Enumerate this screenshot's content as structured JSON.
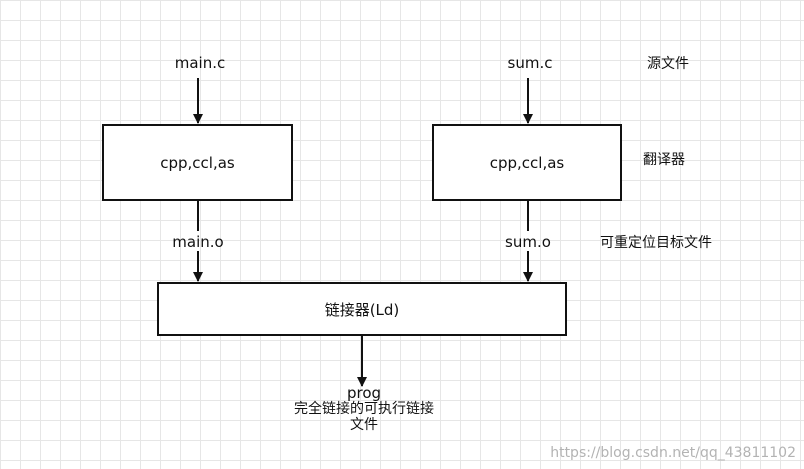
{
  "sources": {
    "left": "main.c",
    "right": "sum.c"
  },
  "translators": {
    "left": "cpp,ccl,as",
    "right": "cpp,ccl,as"
  },
  "objects": {
    "left": "main.o",
    "right": "sum.o"
  },
  "linker": {
    "label": "链接器(Ld)"
  },
  "output": {
    "name": "prog",
    "description": "完全链接的可执行链接文件"
  },
  "legend": {
    "source_files": "源文件",
    "translators": "翻译器",
    "relocatable_objects": "可重定位目标文件"
  },
  "watermark": "https://blog.csdn.net/qq_43811102",
  "colors": {
    "line": "#111111",
    "grid": "#e6e6e6",
    "watermark": "#b3b3b3"
  }
}
